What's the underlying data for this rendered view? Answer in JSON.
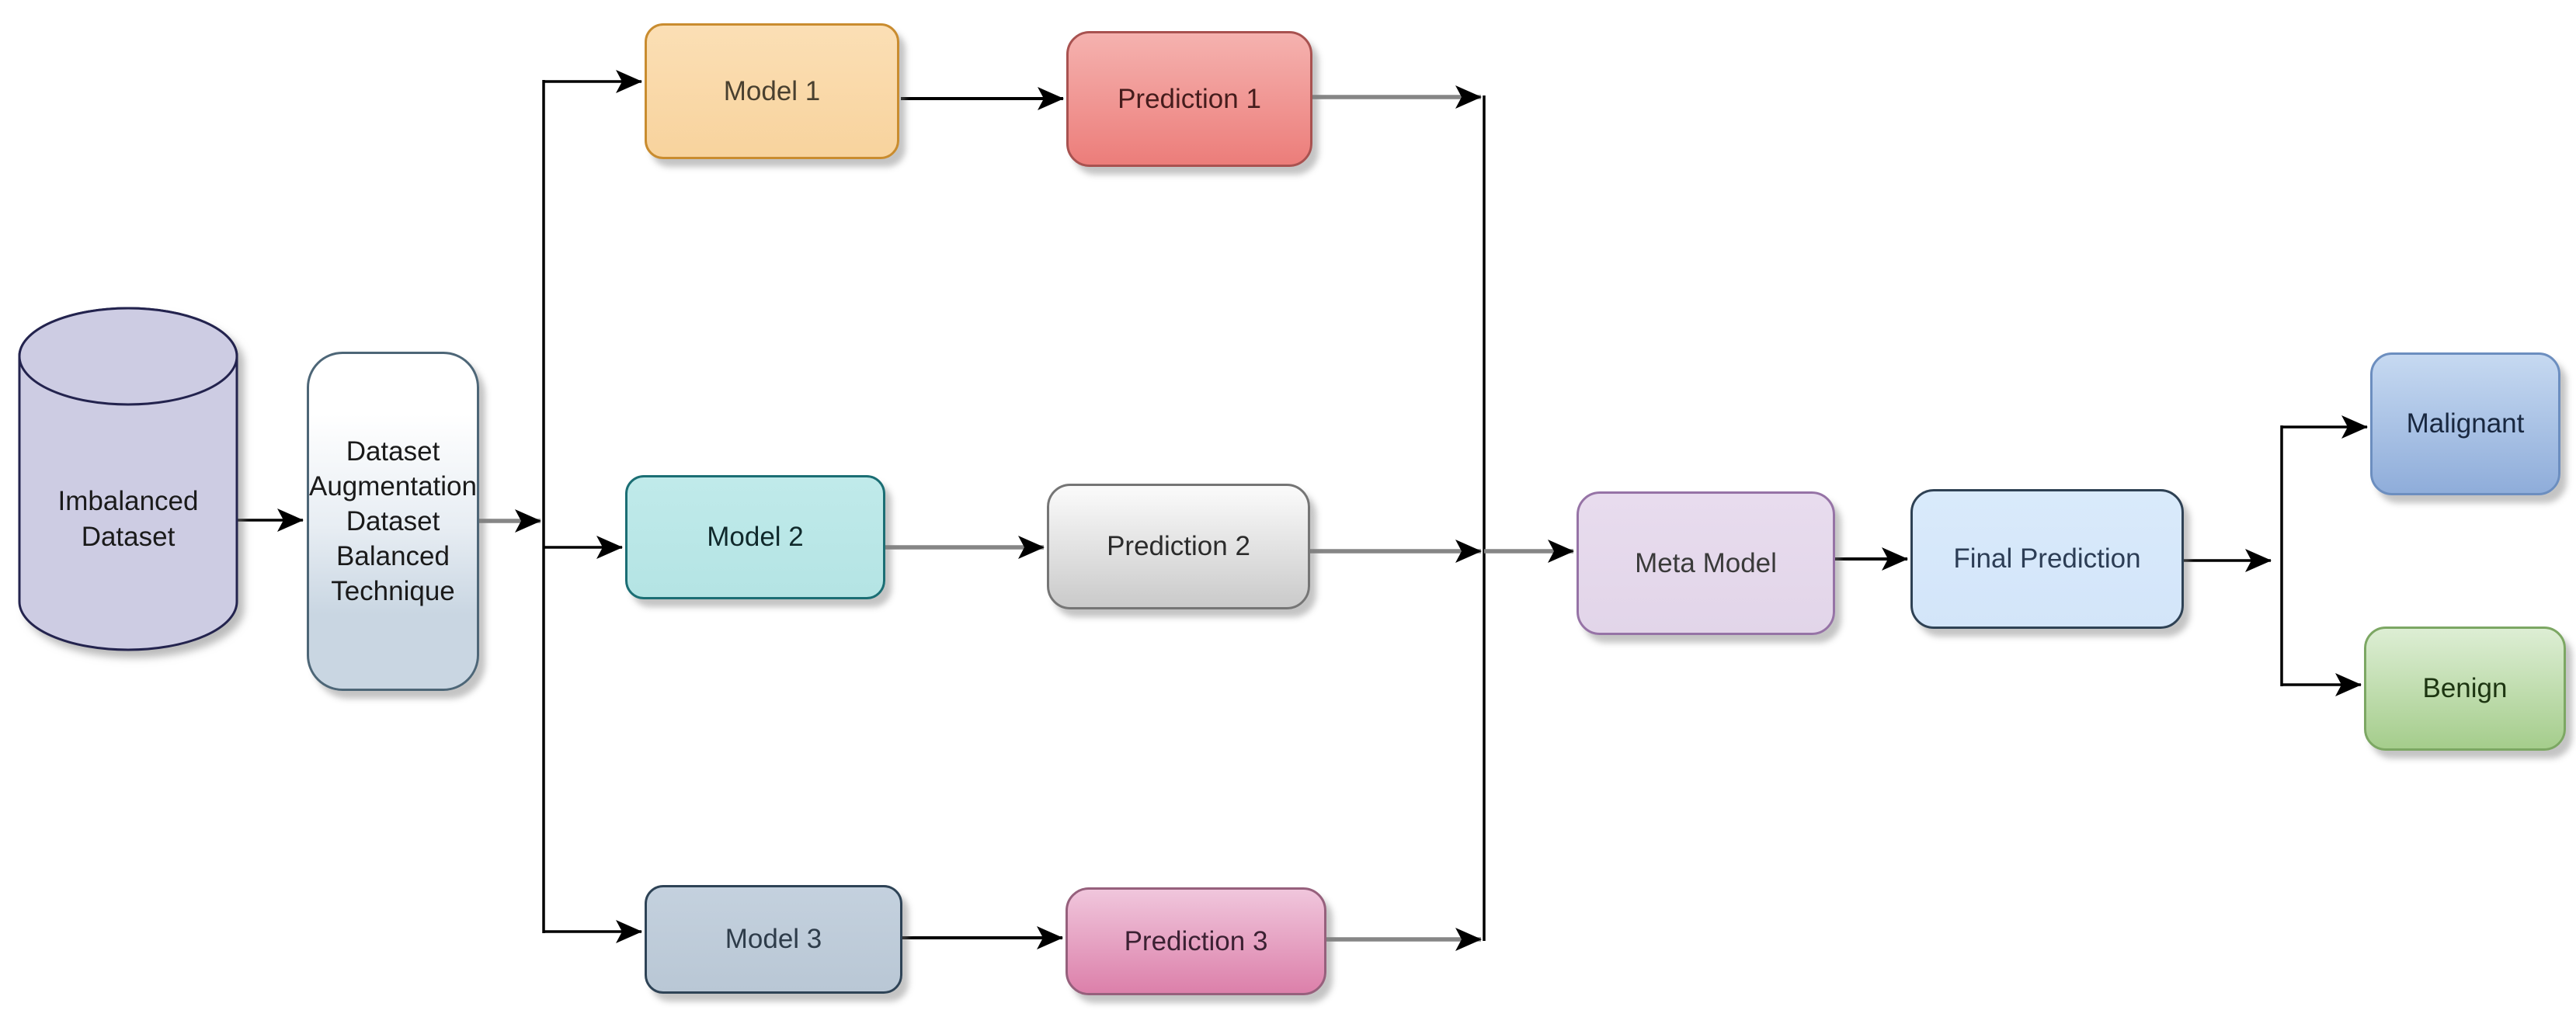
{
  "diagram": {
    "type": "flowchart",
    "background": "#ffffff",
    "edge_colors": {
      "primary": "#000000",
      "secondary": "#868686"
    },
    "nodes": {
      "imbalanced_dataset": {
        "label": "Imbalanced Dataset",
        "shape": "cylinder",
        "fill": "#cdcce3",
        "stroke": "#23234e",
        "text_color": "#1a1a1a"
      },
      "augmentation": {
        "label": "Dataset Augmentation Dataset Balanced Technique",
        "fill_top": "#ffffff",
        "fill_bottom": "#c9d6e2",
        "stroke": "#4d6677",
        "text_color": "#1a1a1a"
      },
      "model1": {
        "label": "Model 1",
        "fill_top": "#fbdfb5",
        "fill_bottom": "#f8d39d",
        "stroke": "#c98c2f",
        "text_color": "#49402f"
      },
      "prediction1": {
        "label": "Prediction 1",
        "fill_top": "#f5b2af",
        "fill_bottom": "#ec7d7a",
        "stroke": "#a85250",
        "text_color": "#451c1c"
      },
      "model2": {
        "label": "Model 2",
        "fill_top": "#c0eaea",
        "fill_bottom": "#b4e4e4",
        "stroke": "#1b6e74",
        "text_color": "#10292b"
      },
      "prediction2": {
        "label": "Prediction 2",
        "fill_top": "#fbfbfb",
        "fill_bottom": "#cacaca",
        "stroke": "#757575",
        "text_color": "#2b2b2b"
      },
      "model3": {
        "label": "Model 3",
        "fill_top": "#c4d1de",
        "fill_bottom": "#b9c7d5",
        "stroke": "#2e4356",
        "text_color": "#2e3c4a"
      },
      "prediction3": {
        "label": "Prediction 3",
        "fill_top": "#f0c6dc",
        "fill_bottom": "#dc80aa",
        "stroke": "#96607c",
        "text_color": "#3c2133"
      },
      "meta_model": {
        "label": "Meta Model",
        "fill_top": "#e8dcee",
        "fill_bottom": "#e2d5e9",
        "stroke": "#9673a6",
        "text_color": "#3a3a3a"
      },
      "final_prediction": {
        "label": "Final Prediction",
        "fill_top": "#d9eafb",
        "fill_bottom": "#d3e5f9",
        "stroke": "#2e4154",
        "text_color": "#2c3d55"
      },
      "malignant": {
        "label": "Malignant",
        "fill_top": "#c6d9f1",
        "fill_bottom": "#8fadda",
        "stroke": "#6c8ebf",
        "text_color": "#18273f"
      },
      "benign": {
        "label": "Benign",
        "fill_top": "#ddeed4",
        "fill_bottom": "#a5cd8c",
        "stroke": "#7ca763",
        "text_color": "#1d3511"
      }
    }
  }
}
